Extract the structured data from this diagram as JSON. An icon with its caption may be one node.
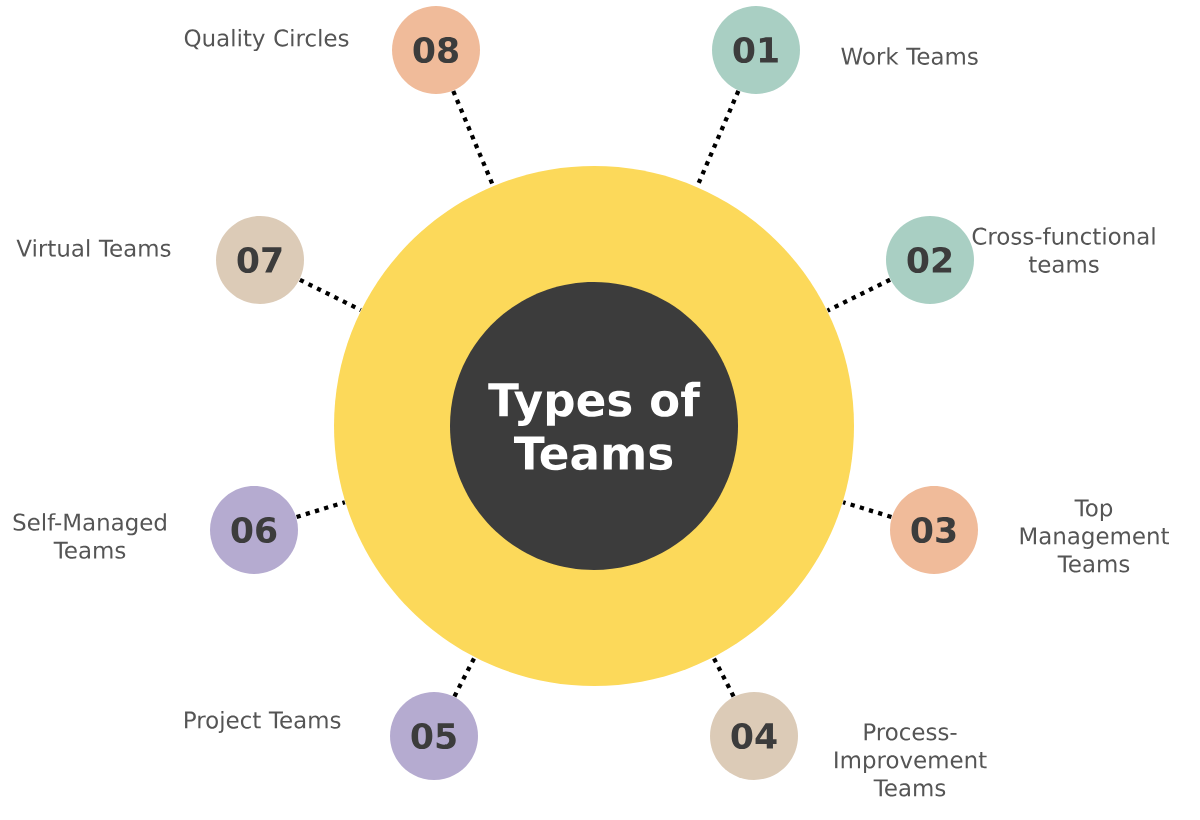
{
  "diagram": {
    "nodes": [
      {
        "text": [],
        "shape": "circle"
      },
      {
        "text": [
          "Types of Teams"
        ],
        "in": 0
      },
      {
        "text": [
          "01"
        ],
        "beside": [
          "Work Teams"
        ]
      },
      {
        "text": [
          "02"
        ],
        "beside": [
          "Cross-functional teams"
        ]
      },
      {
        "text": [
          "03"
        ],
        "beside": [
          "Top Management Teams"
        ]
      },
      {
        "text": [
          "04"
        ],
        "beside": [
          "Process-Improvement Teams"
        ]
      },
      {
        "text": [
          "05"
        ],
        "beside": [
          "Project Teams"
        ]
      },
      {
        "text": [
          "06"
        ],
        "beside": [
          "Self-Managed Teams"
        ]
      },
      {
        "text": [
          "07"
        ],
        "beside": [
          "Virtual Teams"
        ]
      },
      {
        "text": [
          "08"
        ],
        "beside": [
          "Quality Circles"
        ]
      }
    ],
    "edges": [
      {
        "from": 2,
        "to": 0,
        "arrow": "none"
      },
      {
        "from": 3,
        "to": 0,
        "arrow": "none"
      },
      {
        "from": 4,
        "to": 0,
        "arrow": "none"
      },
      {
        "from": 5,
        "to": 0,
        "arrow": "none"
      },
      {
        "from": 6,
        "to": 0,
        "arrow": "none"
      },
      {
        "from": 7,
        "to": 0,
        "arrow": "none"
      },
      {
        "from": 8,
        "to": 0,
        "arrow": "none"
      },
      {
        "from": 9,
        "to": 0,
        "arrow": "none"
      }
    ]
  }
}
